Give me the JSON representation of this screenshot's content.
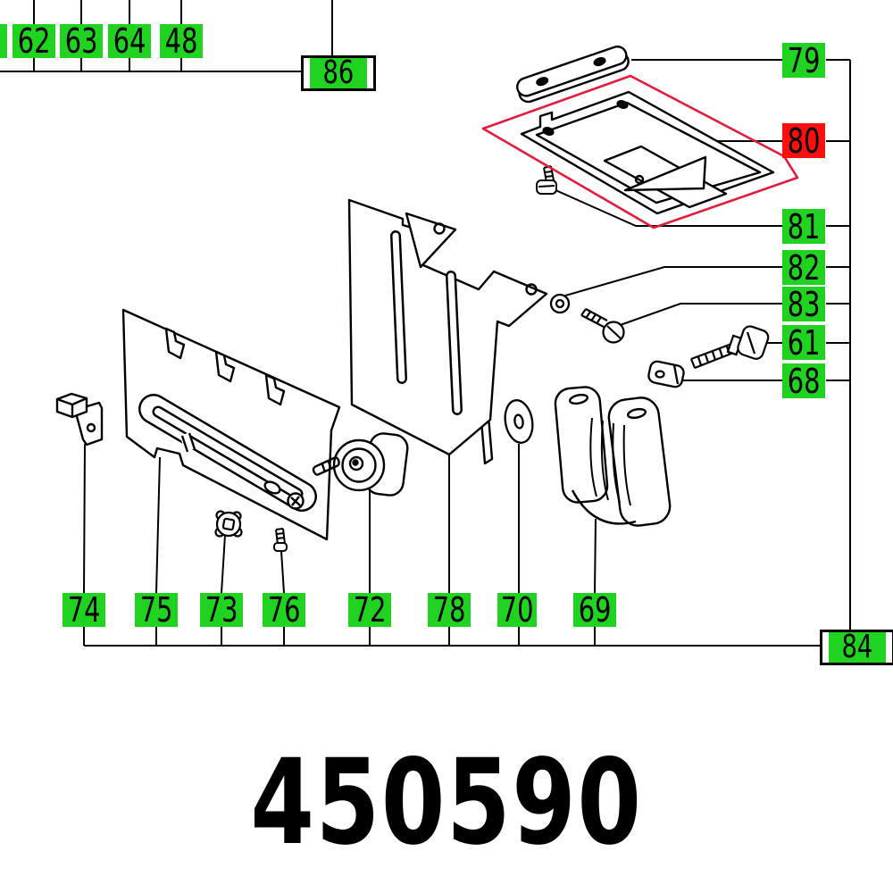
{
  "title_code": "450590",
  "colors": {
    "label_green": "#21d321",
    "label_red": "#fb0f0f",
    "highlight_red": "#e11c3c",
    "line_black": "#000000",
    "background": "#ffffff"
  },
  "labels": {
    "top": [
      "62",
      "63",
      "64",
      "48"
    ],
    "top_boxed": "86",
    "right": [
      "79",
      "80",
      "81",
      "82",
      "83",
      "61",
      "68"
    ],
    "selected_part": "80",
    "bottom": [
      "74",
      "75",
      "73",
      "76",
      "72",
      "78",
      "70",
      "69"
    ],
    "bottom_boxed": "84",
    "partial_left": ""
  }
}
